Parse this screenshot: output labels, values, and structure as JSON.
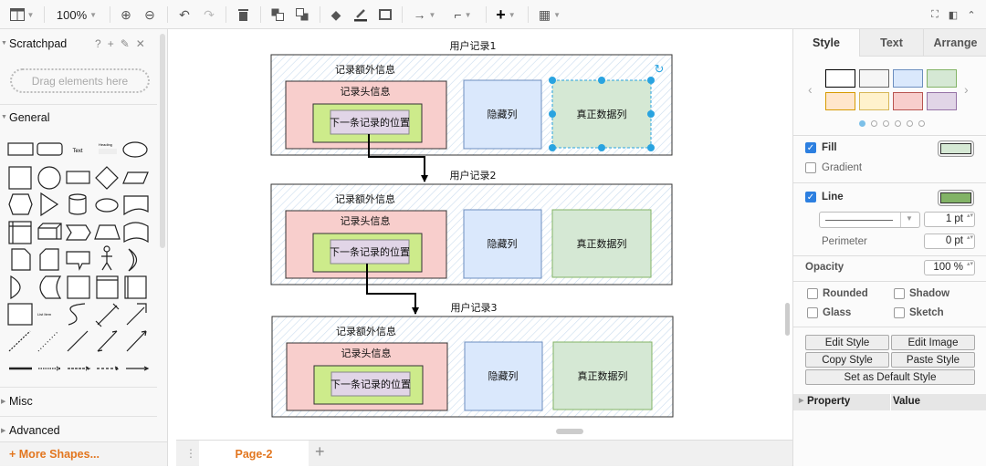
{
  "toolbar": {
    "zoom": "100%",
    "icons": [
      "view-panels-icon",
      "zoom-in-icon",
      "zoom-out-icon",
      "undo-icon",
      "redo-icon",
      "delete-icon",
      "to-front-icon",
      "to-back-icon",
      "fill-color-icon",
      "line-color-icon",
      "shadow-icon",
      "connection-icon",
      "waypoints-icon",
      "insert-plus-icon",
      "table-icon"
    ]
  },
  "sidebar": {
    "scratchpad": {
      "title": "Scratchpad",
      "help": "?",
      "drop_hint": "Drag elements here"
    },
    "general": {
      "title": "General",
      "text_shape": "Text",
      "heading_shape": "Heading",
      "list_item_shape": "List Item"
    },
    "misc": "Misc",
    "advanced": "Advanced",
    "more_shapes": "+ More Shapes..."
  },
  "pages": {
    "current": "Page-2"
  },
  "diagram": {
    "records": [
      {
        "title": "用户记录1",
        "extra": "记录额外信息",
        "header": "记录头信息",
        "next": "下一条记录的位置",
        "hidden": "隐藏列",
        "data": "真正数据列"
      },
      {
        "title": "用户记录2",
        "extra": "记录额外信息",
        "header": "记录头信息",
        "next": "下一条记录的位置",
        "hidden": "隐藏列",
        "data": "真正数据列"
      },
      {
        "title": "用户记录3",
        "extra": "记录额外信息",
        "header": "记录头信息",
        "next": "下一条记录的位置",
        "hidden": "隐藏列",
        "data": "真正数据列"
      }
    ],
    "colors": {
      "pink": "#f8cecc",
      "green_outer": "#cdeb8b",
      "purple": "#e1d5e7",
      "blue": "#dae8fc",
      "green_data": "#d5e8d4",
      "selection": "#29a3e0"
    }
  },
  "format_panel": {
    "tabs": [
      "Style",
      "Text",
      "Arrange"
    ],
    "active_tab": "Style",
    "swatches": [
      {
        "fill": "#ffffff",
        "stroke": "#000000"
      },
      {
        "fill": "#f5f5f5",
        "stroke": "#666666"
      },
      {
        "fill": "#dae8fc",
        "stroke": "#6c8ebf"
      },
      {
        "fill": "#d5e8d4",
        "stroke": "#82b366"
      },
      {
        "fill": "#ffe6cc",
        "stroke": "#d79b00"
      },
      {
        "fill": "#fff2cc",
        "stroke": "#d6b656"
      },
      {
        "fill": "#f8cecc",
        "stroke": "#b85450"
      },
      {
        "fill": "#e1d5e7",
        "stroke": "#9673a6"
      }
    ],
    "fill": {
      "label": "Fill",
      "checked": true,
      "color": "#d5e8d4"
    },
    "gradient": {
      "label": "Gradient",
      "checked": false
    },
    "line": {
      "label": "Line",
      "checked": true,
      "color": "#82b366",
      "width": "1 pt"
    },
    "perimeter": {
      "label": "Perimeter",
      "value": "0 pt"
    },
    "opacity": {
      "label": "Opacity",
      "value": "100 %"
    },
    "options": [
      {
        "label": "Rounded",
        "checked": false
      },
      {
        "label": "Shadow",
        "checked": false
      },
      {
        "label": "Glass",
        "checked": false
      },
      {
        "label": "Sketch",
        "checked": false
      }
    ],
    "buttons": {
      "edit_style": "Edit Style",
      "edit_image": "Edit Image",
      "copy_style": "Copy Style",
      "paste_style": "Paste Style",
      "set_default": "Set as Default Style"
    },
    "properties": {
      "col_property": "Property",
      "col_value": "Value"
    }
  }
}
